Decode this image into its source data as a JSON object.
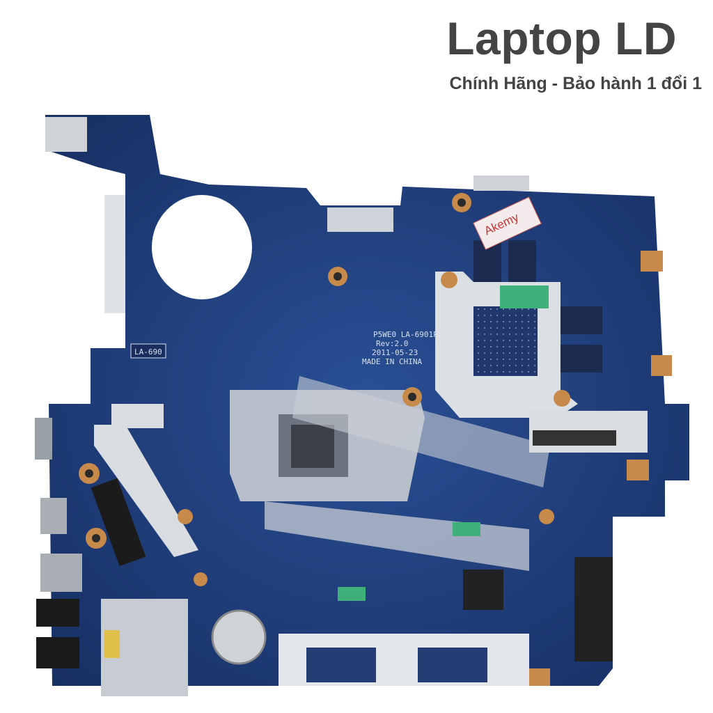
{
  "header": {
    "brand": "Laptop LD",
    "tagline": "Chính Hãng - Bảo hành 1 đổi 1"
  },
  "board": {
    "silkscreen": [
      "P5WE0 LA-6901P",
      "Rev:2.0",
      "2011-05-23",
      "MADE IN CHINA"
    ],
    "side_label": "LA-690",
    "sticker": "Akemy",
    "colors": {
      "pcb": "#1d3b78",
      "shield": "#d9dde2",
      "pad": "#c88a4a",
      "tape": "#3fb07a"
    }
  }
}
